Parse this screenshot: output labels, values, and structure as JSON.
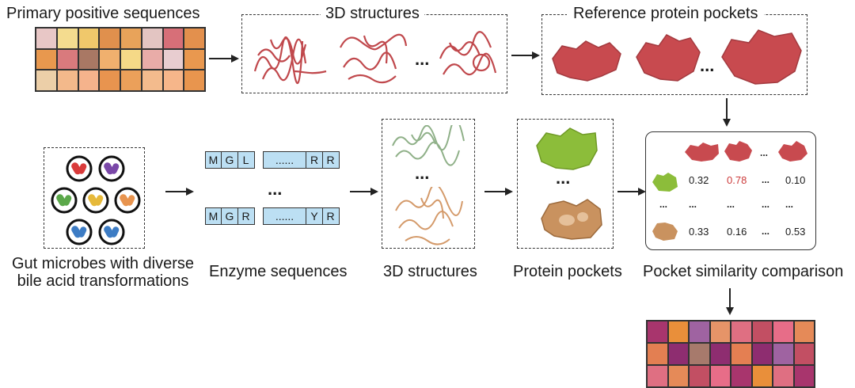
{
  "top": {
    "primary_label": "Primary positive sequences",
    "structures_label": "3D structures",
    "pockets_label": "Reference protein pockets",
    "ellipsis": "..."
  },
  "primary_grid": [
    [
      "#e8c7c6",
      "#f4dc8f",
      "#f0c86b",
      "#e0904d",
      "#e8a35a",
      "#e3c5c2",
      "#d76f78",
      "#e3904d"
    ],
    [
      "#e8984e",
      "#d97a7d",
      "#a97864",
      "#f0b06e",
      "#f5d987",
      "#e9aca8",
      "#e8cdd0",
      "#e9984f"
    ],
    [
      "#eccfa8",
      "#f3b98b",
      "#f5b38c",
      "#e8944f",
      "#eba05a",
      "#f3bb8d",
      "#f6b68a",
      "#e8954e"
    ]
  ],
  "bottom_grid": [
    [
      "#a8356d",
      "#e98f3a",
      "#9f63a1",
      "#e69468",
      "#df6f82",
      "#c24f63",
      "#e76d88",
      "#e58a58"
    ],
    [
      "#e37f52",
      "#8e2d70",
      "#a77a6c",
      "#8e2d70",
      "#e47f52",
      "#8e2d70",
      "#9f63a1",
      "#c24f63"
    ],
    [
      "#df6f82",
      "#e58a58",
      "#c24f63",
      "#e76d88",
      "#a8356d",
      "#e98f3a",
      "#df6f82",
      "#a8356d"
    ]
  ],
  "pipeline": {
    "microbes_label_1": "Gut microbes with diverse",
    "microbes_label_2": "bile acid transformations",
    "enzyme_label": "Enzyme sequences",
    "structures_label": "3D structures",
    "pockets_label": "Protein pockets",
    "comparison_label": "Pocket similarity comparison",
    "seq1": [
      "M",
      "G",
      "L",
      "......",
      "R",
      "R"
    ],
    "seq2": [
      "M",
      "G",
      "R",
      "......",
      "Y",
      "R"
    ],
    "ellipsis": "...",
    "ellipsis_bold": "..."
  },
  "comparison": {
    "row1": [
      "0.32",
      "0.78",
      "...",
      "0.10"
    ],
    "row2": [
      "...",
      "...",
      "...",
      "..."
    ],
    "row3": [
      "0.33",
      "0.16",
      "...",
      "0.53"
    ],
    "highlight_color": "#cc3b3b"
  },
  "colors": {
    "ref_pocket": "#c84a4f",
    "green_pocket": "#8cbd3a",
    "tan_pocket": "#c9925f",
    "sequence_fill": "#bcdff3"
  },
  "icons": [
    "red-bacteria",
    "purple-bacteria",
    "green-bacteria",
    "yellow-bacteria",
    "orange-bacteria",
    "blue-bacteria"
  ]
}
